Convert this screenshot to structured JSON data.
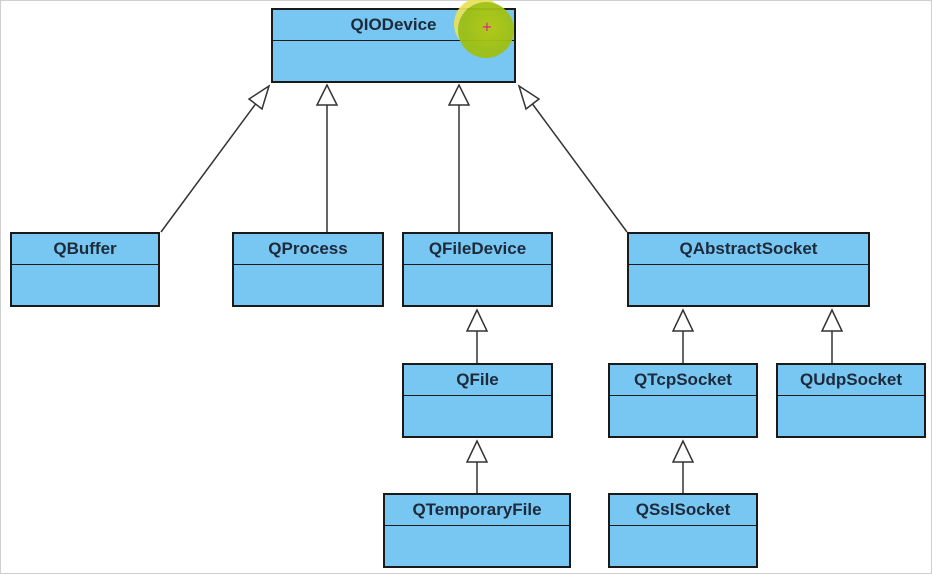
{
  "diagram": {
    "classes": {
      "qiodevice": "QIODevice",
      "qbuffer": "QBuffer",
      "qprocess": "QProcess",
      "qfiledevice": "QFileDevice",
      "qabstractsocket": "QAbstractSocket",
      "qfile": "QFile",
      "qtcpsocket": "QTcpSocket",
      "qudpsocket": "QUdpSocket",
      "qtemporaryfile": "QTemporaryFile",
      "qsslsocket": "QSslSocket"
    },
    "inheritance": [
      {
        "child": "QBuffer",
        "parent": "QIODevice"
      },
      {
        "child": "QProcess",
        "parent": "QIODevice"
      },
      {
        "child": "QFileDevice",
        "parent": "QIODevice"
      },
      {
        "child": "QAbstractSocket",
        "parent": "QIODevice"
      },
      {
        "child": "QFile",
        "parent": "QFileDevice"
      },
      {
        "child": "QTemporaryFile",
        "parent": "QFile"
      },
      {
        "child": "QTcpSocket",
        "parent": "QAbstractSocket"
      },
      {
        "child": "QUdpSocket",
        "parent": "QAbstractSocket"
      },
      {
        "child": "QSslSocket",
        "parent": "QTcpSocket"
      }
    ],
    "colors": {
      "class_fill": "#78c6f2",
      "class_border": "#1a1a1a",
      "edge": "#333333",
      "cursor_highlight": "#a8c414"
    },
    "cursor_icon": "crosshair-icon"
  }
}
